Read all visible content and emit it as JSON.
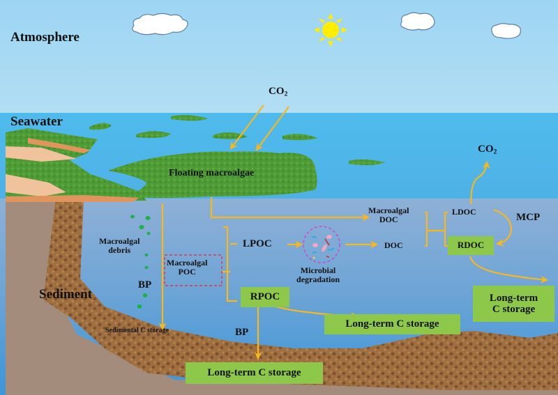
{
  "zones": {
    "atmosphere": "Atmosphere",
    "seawater": "Seawater",
    "sediment": "Sediment"
  },
  "labels": {
    "co2_in": "CO",
    "co2_in_sub": "2",
    "co2_out": "CO",
    "co2_out_sub": "2",
    "floating_macroalgae": "Floating macroalgae",
    "macroalgal_debris_1": "Macroalgal",
    "macroalgal_debris_2": "debris",
    "bp_debris": "BP",
    "macroalgal_poc_1": "Macroalgal",
    "macroalgal_poc_2": "POC",
    "lpoc": "LPOC",
    "rpoc": "RPOC",
    "bp_rpoc": "BP",
    "microbial_1": "Microbial",
    "microbial_2": "degradation",
    "macroalgal_doc_1": "Macroalgal",
    "macroalgal_doc_2": "DOC",
    "doc": "DOC",
    "ldoc": "LDOC",
    "rdoc": "RDOC",
    "mcp": "MCP",
    "sedimental_storage": "Sedimental C storage",
    "storage_rpoc": "Long-term C storage",
    "storage_bottom": "Long-term C storage",
    "storage_rdoc_1": "Long-term",
    "storage_rdoc_2": "C storage"
  },
  "colors": {
    "sky": "#a0d6f2",
    "sea_surface": "#4fb9ea",
    "deep_water": "#5a9fd4",
    "algae": "#4e9a36",
    "sediment": "#9a6a3c",
    "rock": "#a48c7c",
    "arrow": "#f7b71f",
    "storage_box": "#8dc84a",
    "poc_dash": "#e0344c",
    "microbe_dash": "#cc44cc",
    "sun": "#ffee00"
  },
  "icons": [
    "cloud-icon",
    "sun-icon",
    "microbe-cluster-icon",
    "algae-patch-icon"
  ]
}
